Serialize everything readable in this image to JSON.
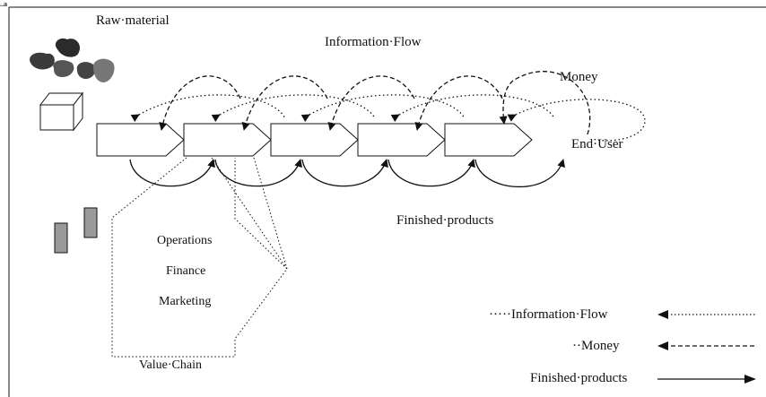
{
  "corner_mark": "..a",
  "labels": {
    "raw_material": "Raw·material",
    "information_flow": "Information·Flow",
    "money": "Money",
    "end_user": "End·User",
    "finished_products": "Finished·products",
    "operations": "Operations",
    "finance": "Finance",
    "marketing": "Marketing",
    "value_chain": "Value·Chain"
  },
  "legend": [
    {
      "label": "·····Information·Flow",
      "line": "dotted"
    },
    {
      "label": "··Money",
      "line": "dashed"
    },
    {
      "label": "Finished·products",
      "line": "solid"
    }
  ],
  "colors": {
    "ink": "#111111",
    "rock_dark": "#2b2b2b",
    "rock_mid": "#555555",
    "rect_fill": "#9a9a9a"
  }
}
